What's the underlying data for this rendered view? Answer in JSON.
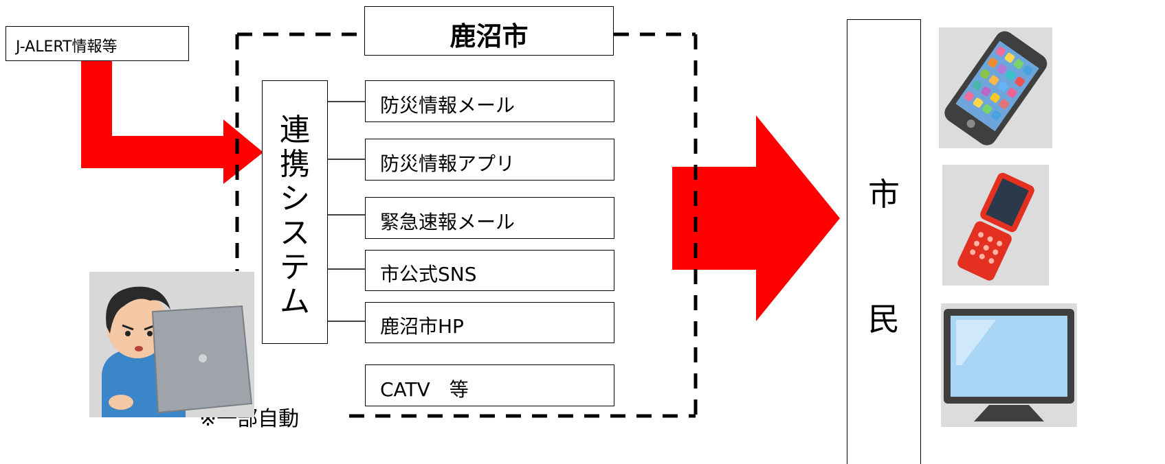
{
  "source_box": {
    "label": "J-ALERT情報等"
  },
  "city": {
    "title": "鹿沼市"
  },
  "system": {
    "label_chars": [
      "連",
      "携",
      "シ",
      "ス",
      "テ",
      "ム"
    ]
  },
  "channels": [
    {
      "label": "防災情報メール"
    },
    {
      "label": "防災情報アプリ"
    },
    {
      "label": "緊急速報メール"
    },
    {
      "label": "市公式SNS"
    },
    {
      "label": "鹿沼市HP"
    },
    {
      "label": "CATV　等"
    }
  ],
  "note": "※一部自動",
  "citizens": {
    "label_chars": [
      "市",
      "民"
    ]
  },
  "devices": [
    "smartphone-icon",
    "flip-phone-icon",
    "television-icon"
  ],
  "operator": "operator-with-laptop-icon",
  "colors": {
    "arrow": "#ff0000",
    "line": "#000000",
    "phone_body": "#3f3f3f",
    "flip_phone": "#e33020",
    "tv_screen": "#a9d6f5"
  }
}
